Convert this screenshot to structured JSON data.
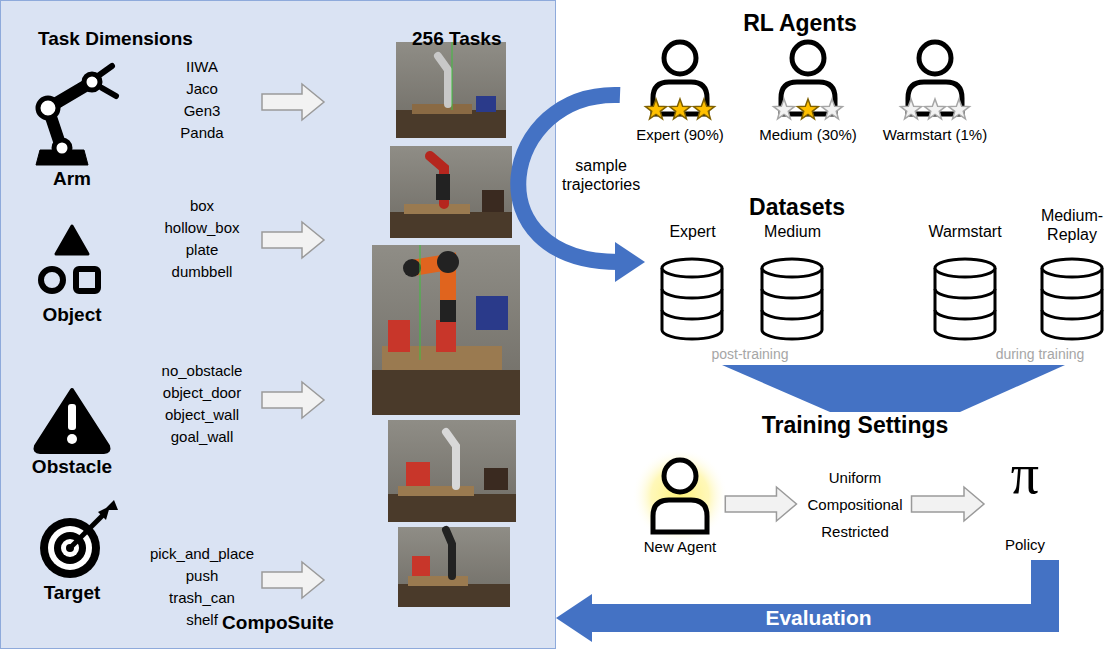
{
  "diagram": {
    "nodes": [
      {
        "text": [
          "Task Dimensions",
          "256 Tasks",
          "CompoSuite"
        ]
      },
      {
        "text": [
          "RL Agents"
        ]
      },
      {
        "text": [
          "Expert (90%)"
        ],
        "in": 1
      },
      {
        "text": [
          "Medium (30%)"
        ],
        "in": 1
      },
      {
        "text": [
          "Warmstart (1%)"
        ],
        "in": 1
      },
      {
        "text": [
          "Datasets"
        ]
      },
      {
        "text": [
          "Expert"
        ],
        "in": 5
      },
      {
        "text": [
          "Medium"
        ],
        "in": 5
      },
      {
        "text": [
          "Warmstart"
        ],
        "in": 5
      },
      {
        "text": [
          "Medium-Replay"
        ],
        "in": 5
      },
      {
        "text": [
          "Training Settings"
        ]
      },
      {
        "text": [
          "New Agent"
        ],
        "in": 10
      },
      {
        "text": [
          "Uniform Compositional Restricted"
        ],
        "in": 10
      },
      {
        "text": [
          "π",
          "Policy"
        ],
        "in": 10
      }
    ],
    "edges": [
      {
        "from": 1,
        "to": 5,
        "arrow": "to",
        "label": "sample trajectories"
      },
      {
        "from": 5,
        "to": 10,
        "arrow": "none"
      },
      {
        "from": 11,
        "to": 12,
        "arrow": "to"
      },
      {
        "from": 12,
        "to": 13,
        "arrow": "to"
      },
      {
        "from": 13,
        "to": 0,
        "arrow": "to",
        "label": "Evaluation"
      }
    ],
    "labels": [
      "Arm",
      "Object",
      "Obstacle",
      "Target",
      "IIWA",
      "Jaco",
      "Gen3",
      "Panda",
      "box",
      "hollow_box",
      "plate",
      "dumbbell",
      "no_obstacle",
      "object_door",
      "object_wall",
      "goal_wall",
      "pick_and_place",
      "push",
      "trash_can",
      "shelf",
      "post-training",
      "during training"
    ]
  }
}
